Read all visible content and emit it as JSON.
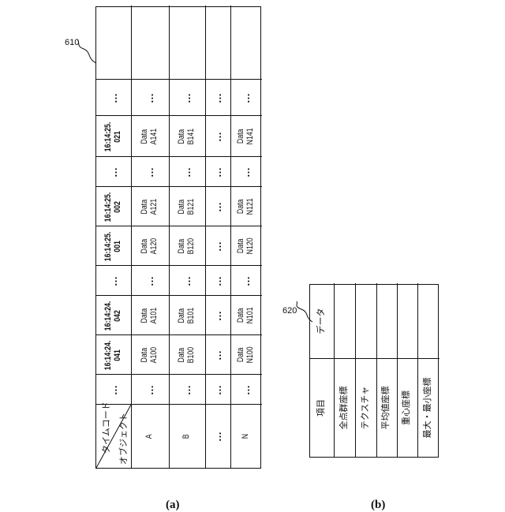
{
  "table_a": {
    "ref": "610",
    "corner_top": "タイムコード",
    "corner_bottom": "オブジェクト",
    "time_headers": [
      "…",
      "16:14:24.\n041",
      "16:14:24.\n042",
      "…",
      "16:14:25.\n001",
      "16:14:25.\n002",
      "…",
      "16:14:25.\n021",
      "…"
    ],
    "rows": [
      {
        "label": "A",
        "cells": [
          "…",
          "Data\nA100",
          "Data\nA101",
          "…",
          "Data\nA120",
          "Data\nA121",
          "…",
          "Data\nA141",
          "…"
        ]
      },
      {
        "label": "B",
        "cells": [
          "…",
          "Data\nB100",
          "Data\nB101",
          "…",
          "Data\nB120",
          "Data\nB121",
          "…",
          "Data\nB141",
          "…"
        ]
      },
      {
        "label": "…",
        "cells": [
          "…",
          "…",
          "…",
          "…",
          "…",
          "…",
          "…",
          "…",
          "…"
        ]
      },
      {
        "label": "N",
        "cells": [
          "…",
          "Data\nN100",
          "Data\nN101",
          "…",
          "Data\nN120",
          "Data\nN121",
          "…",
          "Data\nN141",
          "…"
        ]
      }
    ],
    "caption": "(a)"
  },
  "table_b": {
    "ref": "620",
    "header": {
      "item": "項目",
      "data": "データ"
    },
    "rows": [
      "全点群座標",
      "テクスチャ",
      "平均値座標",
      "重心座標",
      "最大・最小座標"
    ],
    "caption": "(b)"
  }
}
